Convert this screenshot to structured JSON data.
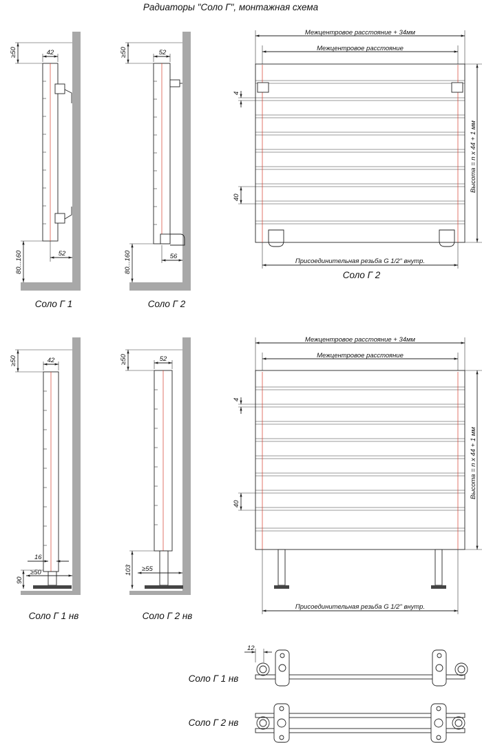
{
  "title": "Радиаторы \"Соло Г\", монтажная схема",
  "captions": {
    "solo_g1": "Соло Г 1",
    "solo_g2": "Соло Г 2",
    "solo_g1_nv": "Соло Г 1 нв",
    "solo_g2_nv": "Соло Г 2 нв",
    "front_solo_g2": "Соло Г 2",
    "top_solo_g1_nv": "Соло Г 1 нв",
    "top_solo_g2_nv": "Соло Г 2 нв"
  },
  "dims": {
    "d42": "42",
    "d52": "52",
    "d50": "≥50",
    "d80_160": "80...160",
    "d56": "56",
    "d90": "90",
    "d16": "16",
    "d103": "103",
    "d55": "≥55",
    "d4": "4",
    "d40": "40",
    "d12": "12",
    "center_plus": "Межцентровое расстояние + 34мм",
    "center": "Межцентровое расстояние",
    "height": "Высота = n x 44 + 1 мм",
    "thread": "Присоединительная резьба G 1/2\" внутр."
  }
}
